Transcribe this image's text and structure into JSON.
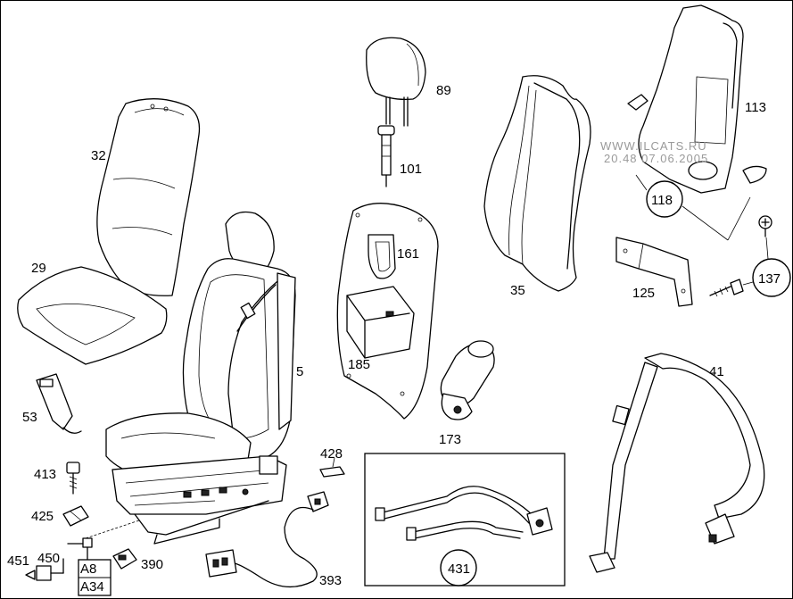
{
  "parts": {
    "p32": "32",
    "p29": "29",
    "p53": "53",
    "p413": "413",
    "p425": "425",
    "p451": "451",
    "p450": "450",
    "p390": "390",
    "p5": "5",
    "p89": "89",
    "p101": "101",
    "p161": "161",
    "p185": "185",
    "p173": "173",
    "p35": "35",
    "p113": "113",
    "p118": "118",
    "p125": "125",
    "p137": "137",
    "p41": "41",
    "p428": "428",
    "p393": "393",
    "p431": "431"
  },
  "box_a8": "A8",
  "box_a34": "A34",
  "watermark": {
    "line1": "WWW.ILCATS.RU",
    "line2": "20.48 07.06.2005"
  }
}
